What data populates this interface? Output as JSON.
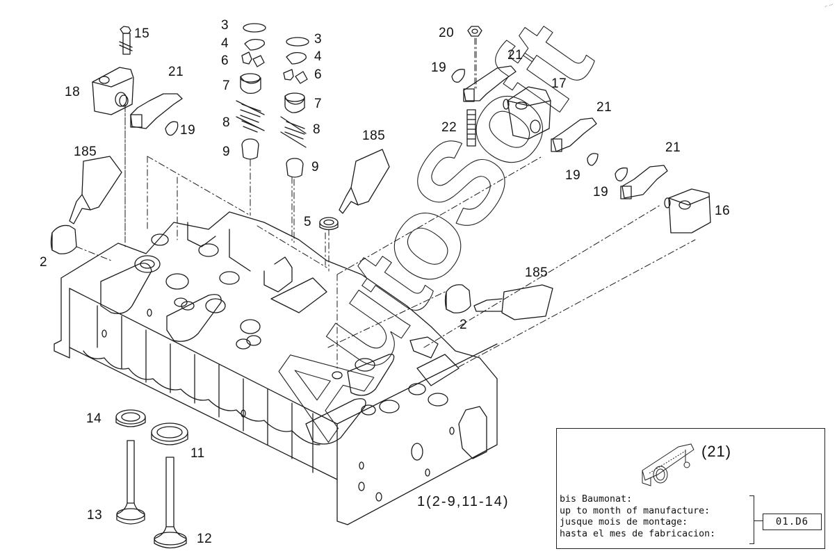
{
  "diagram": {
    "title": "Cylinder head exploded parts diagram",
    "watermark": "AutoSoft",
    "assembly_label": "1(2-9,11-14)",
    "callouts": [
      {
        "id": "c15",
        "label": "15"
      },
      {
        "id": "c18",
        "label": "18"
      },
      {
        "id": "c21a",
        "label": "21"
      },
      {
        "id": "c19a",
        "label": "19"
      },
      {
        "id": "c185a",
        "label": "185"
      },
      {
        "id": "c2a",
        "label": "2"
      },
      {
        "id": "c3a",
        "label": "3"
      },
      {
        "id": "c4a",
        "label": "4"
      },
      {
        "id": "c6a",
        "label": "6"
      },
      {
        "id": "c7a",
        "label": "7"
      },
      {
        "id": "c8a",
        "label": "8"
      },
      {
        "id": "c9a",
        "label": "9"
      },
      {
        "id": "c3b",
        "label": "3"
      },
      {
        "id": "c4b",
        "label": "4"
      },
      {
        "id": "c6b",
        "label": "6"
      },
      {
        "id": "c7b",
        "label": "7"
      },
      {
        "id": "c8b",
        "label": "8"
      },
      {
        "id": "c9b",
        "label": "9"
      },
      {
        "id": "c185b",
        "label": "185"
      },
      {
        "id": "c5",
        "label": "5"
      },
      {
        "id": "c20",
        "label": "20"
      },
      {
        "id": "c19b",
        "label": "19"
      },
      {
        "id": "c21b",
        "label": "21"
      },
      {
        "id": "c17",
        "label": "17"
      },
      {
        "id": "c22",
        "label": "22"
      },
      {
        "id": "c21c",
        "label": "21"
      },
      {
        "id": "c19c",
        "label": "19"
      },
      {
        "id": "c21d",
        "label": "21"
      },
      {
        "id": "c19d",
        "label": "19"
      },
      {
        "id": "c16",
        "label": "16"
      },
      {
        "id": "c185c",
        "label": "185"
      },
      {
        "id": "c2b",
        "label": "2"
      },
      {
        "id": "c14",
        "label": "14"
      },
      {
        "id": "c11",
        "label": "11"
      },
      {
        "id": "c13",
        "label": "13"
      },
      {
        "id": "c12",
        "label": "12"
      }
    ]
  },
  "note": {
    "part_ref": "(21)",
    "lines": [
      "bis Baumonat:",
      "up to month of manufacture:",
      "jusque mois de montage:",
      "hasta el mes de fabricacion:"
    ],
    "date_code": "01.D6"
  }
}
